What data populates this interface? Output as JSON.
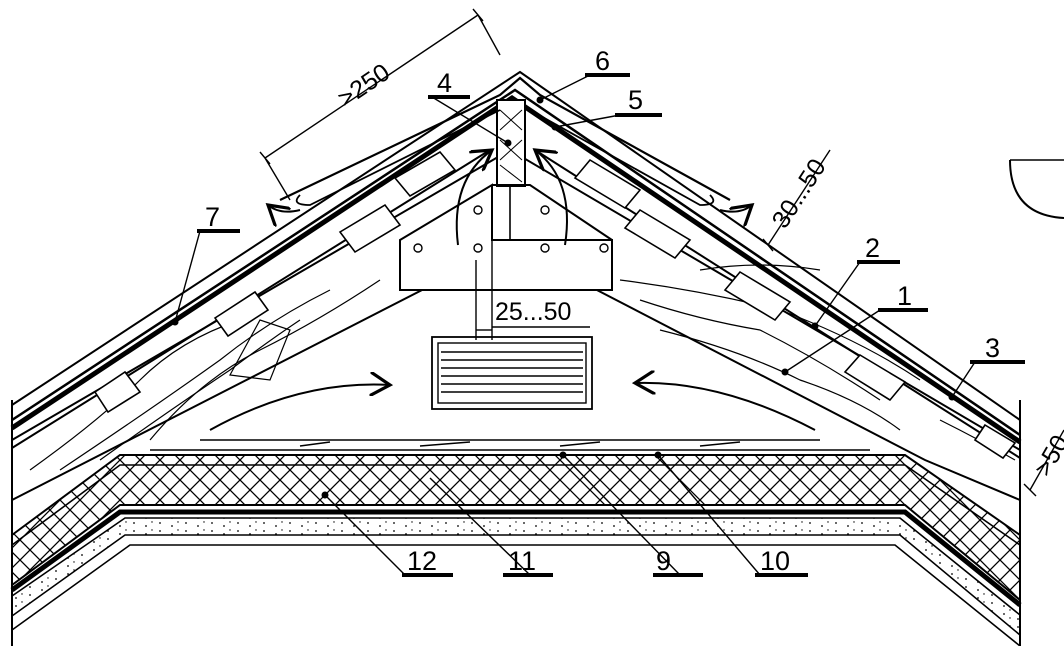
{
  "callouts": {
    "c1": "1",
    "c2": "2",
    "c3": "3",
    "c4": "4",
    "c5": "5",
    "c6": "6",
    "c7": "7",
    "c9": "9",
    "c10": "10",
    "c11": "11",
    "c12": "12"
  },
  "dimensions": {
    "ridge_overlap": ">250",
    "vent_gap": "30...50",
    "vent_width": "25...50",
    "eave_gap": ">50"
  },
  "colors": {
    "line": "#000000",
    "background": "#ffffff"
  }
}
